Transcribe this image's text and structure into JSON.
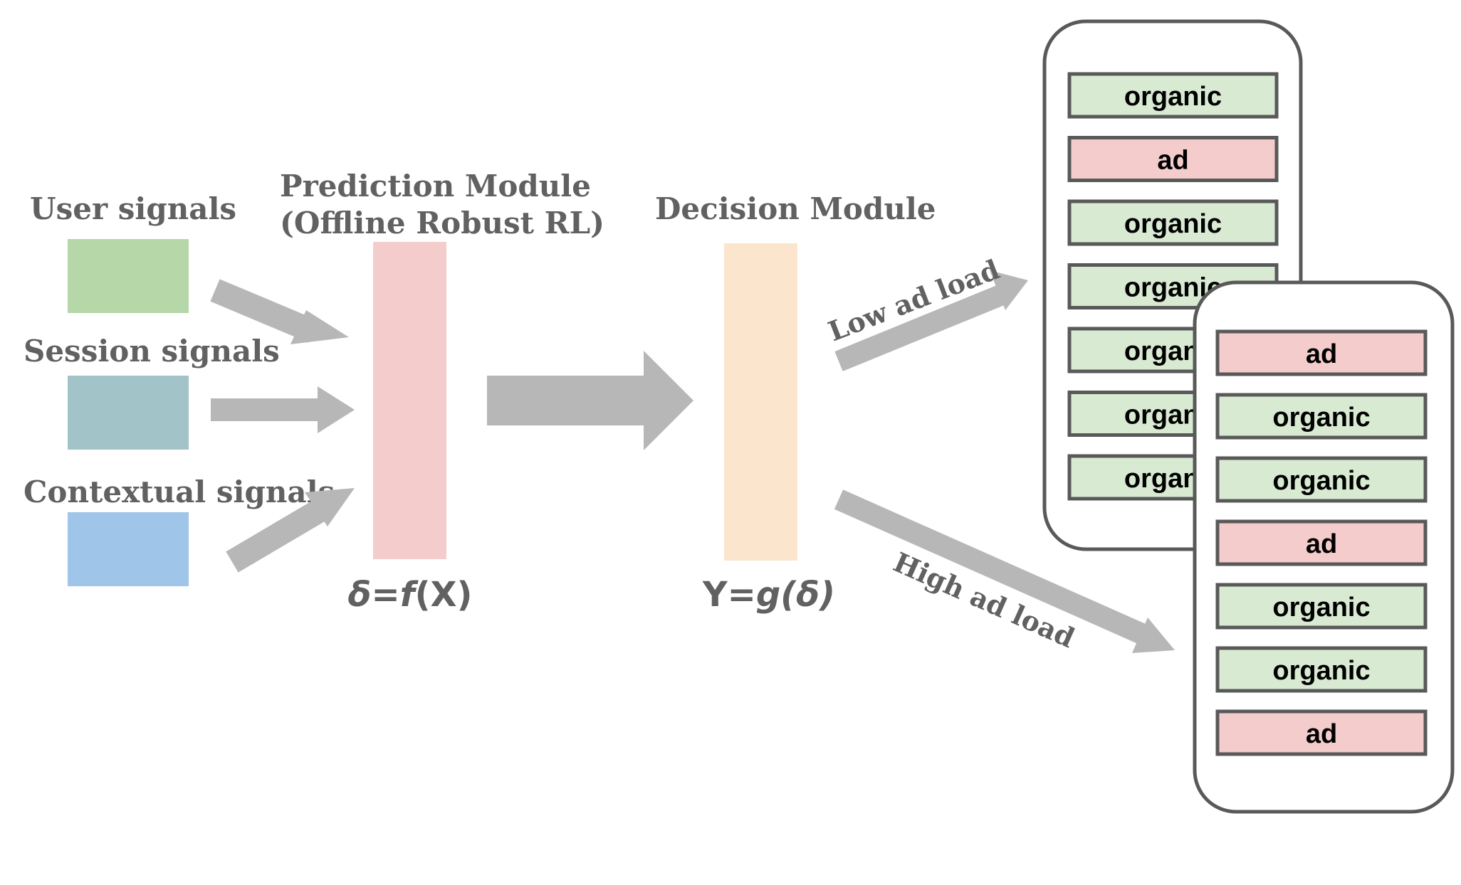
{
  "inputs": {
    "user_label": "User signals",
    "session_label": "Session signals",
    "contextual_label": "Contextual signals"
  },
  "prediction": {
    "title_line1": "Prediction Module",
    "title_line2": "(Offline Robust RL)",
    "formula_a": "δ=",
    "formula_b": "f",
    "formula_c": "(X)"
  },
  "decision": {
    "title": "Decision Module",
    "formula_a": "Y=",
    "formula_b": "g",
    "formula_c": "(δ)"
  },
  "branches": {
    "low_label": "Low ad load",
    "high_label": "High ad load"
  },
  "feed_low": [
    "organic",
    "ad",
    "organic",
    "organic",
    "organic",
    "organic",
    "organic"
  ],
  "feed_high": [
    "ad",
    "organic",
    "organic",
    "ad",
    "organic",
    "organic",
    "ad"
  ],
  "colors": {
    "user_signal": "#b6d7a8",
    "session_signal": "#a2c4c9",
    "contextual_signal": "#9fc5e8",
    "prediction_bar": "#f4cccc",
    "decision_bar": "#fce5cd",
    "arrow": "#b7b7b7",
    "organic_fill": "#d9ead3",
    "ad_fill": "#f4cccc",
    "phone_border": "#595959",
    "item_border": "#595959",
    "label_text": "#616161"
  }
}
